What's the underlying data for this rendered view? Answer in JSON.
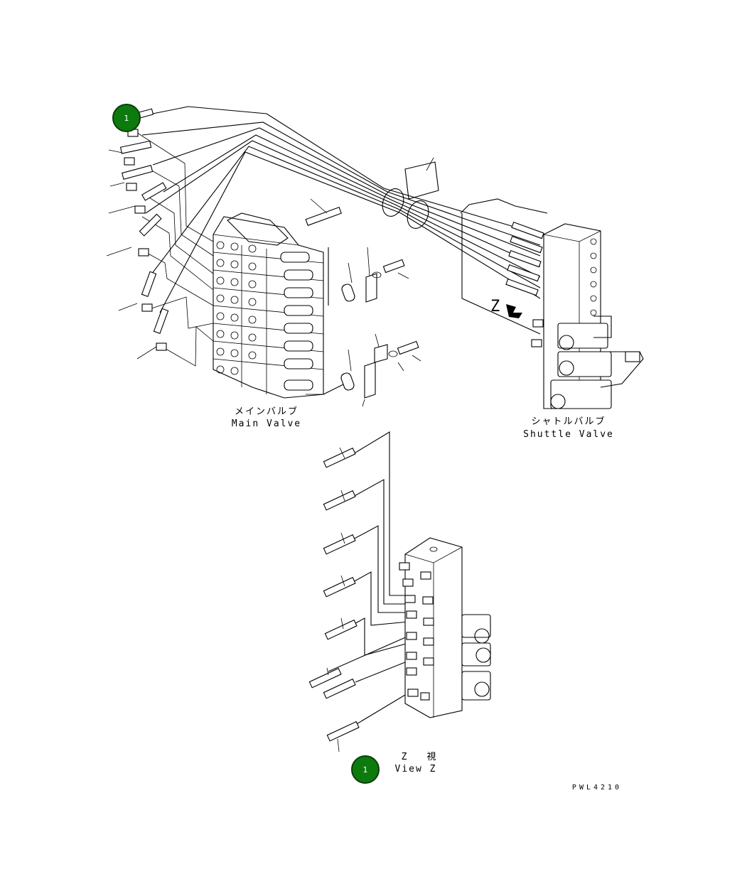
{
  "labels": {
    "main_valve_jp": "メインバルブ",
    "main_valve_en": "Main Valve",
    "shuttle_valve_jp": "シャトルバルブ",
    "shuttle_valve_en": "Shuttle Valve",
    "view_z_jp": "Z 視",
    "view_z_en": "View Z",
    "view_arrow_letter": "Z",
    "drawing_code": "PWL4210"
  },
  "callouts": [
    {
      "number": "1"
    },
    {
      "number": "1"
    }
  ],
  "colors": {
    "callout_fill": "#0d7a0d",
    "line": "#000000",
    "background": "#ffffff"
  }
}
